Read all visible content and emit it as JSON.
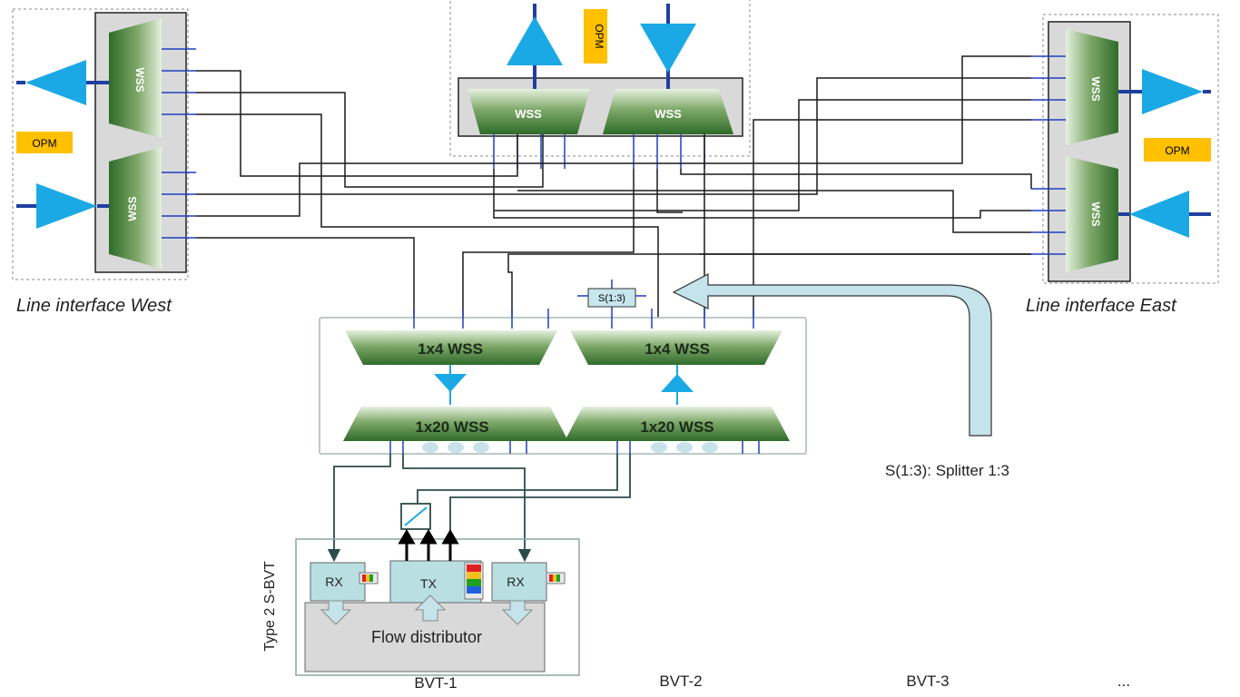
{
  "labels": {
    "wss": "WSS",
    "opm": "OPM",
    "line_west": "Line interface West",
    "line_east": "Line interface East",
    "splitter_box": "S(1:3)",
    "splitter_legend": "S(1:3): Splitter 1:3",
    "wss_1x4": "1x4 WSS",
    "wss_1x20": "1x20 WSS",
    "rx": "RX",
    "tx": "TX",
    "flow_distributor": "Flow distributor",
    "type2": "Type 2 S-BVT",
    "bvt1": "BVT-1",
    "bvt2": "BVT-2",
    "bvt3": "BVT-3",
    "ellipsis": "..."
  },
  "colors": {
    "wss_dark": "#2f6b2a",
    "wss_light": "#e6f1df",
    "opm": "#ffc000",
    "amplifier": "#1ba9e6",
    "fiber": "#1a1a1a",
    "port": "#1f3fbf",
    "panel_gray": "#d9d9d9",
    "rx_tx_fill": "#b9dfe3",
    "arrow_fill": "#c5e3ea"
  }
}
